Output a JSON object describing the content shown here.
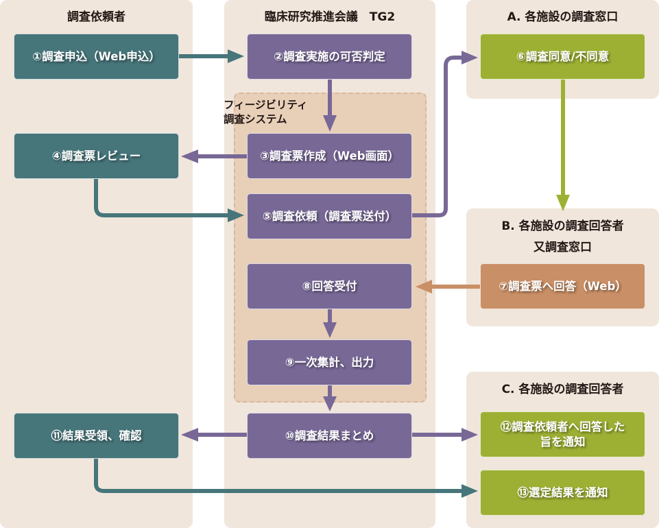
{
  "lanes": {
    "requester": {
      "title": "調査依頼者"
    },
    "council": {
      "title": "臨床研究推進会議　TG2"
    },
    "facility_a": {
      "title": "A. 各施設の調査窓口"
    },
    "facility_b": {
      "title_line1": "B. 各施設の調査回答者",
      "title_line2": "又調査窓口"
    },
    "facility_c": {
      "title": "C. 各施設の調査回答者"
    }
  },
  "system_group": {
    "label": "フィージビリティ\n調査システム"
  },
  "steps": {
    "s1": "①調査申込（Web申込）",
    "s2": "②調査実施の可否判定",
    "s3": "③調査票作成（Web画面）",
    "s4": "④調査票レビュー",
    "s5": "⑤調査依頼（調査票送付）",
    "s6": "⑥調査同意/不同意",
    "s7": "⑦調査票へ回答（Web）",
    "s8": "⑧回答受付",
    "s9": "⑨一次集計、出力",
    "s10": "⑩調査結果まとめ",
    "s11": "⑪結果受領、確認",
    "s12_line1": "⑫調査依頼者へ回答した",
    "s12_line2": "旨を通知",
    "s13": "⑬選定結果を通知"
  },
  "colors": {
    "lane_bg": "#f0e6db",
    "system_bg": "#e8cfb8",
    "requester_box": "#46757a",
    "council_box": "#786896",
    "facility_box": "#9db033",
    "answer_box": "#c98f66"
  }
}
